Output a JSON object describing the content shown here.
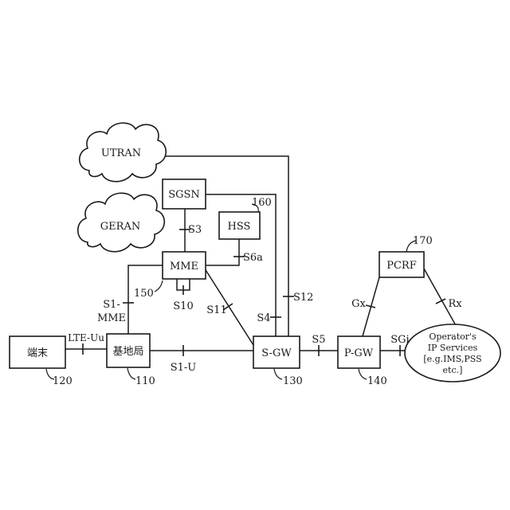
{
  "nodes": {
    "utran": "UTRAN",
    "geran": "GERAN",
    "sgsn": "SGSN",
    "hss": "HSS",
    "mme": "MME",
    "pcrf": "PCRF",
    "terminal": "端末",
    "enb": "基地局",
    "sgw": "S-GW",
    "pgw": "P-GW",
    "operator": {
      "line1": "Operator's",
      "line2": "IP Services",
      "line3": "[e.g.IMS,PSS",
      "line4": "etc.]"
    }
  },
  "interfaces": {
    "lte_uu": "LTE-Uu",
    "s1_mme_1": "S1-",
    "s1_mme_2": "MME",
    "s1_u": "S1-U",
    "s3": "S3",
    "s6a": "S6a",
    "s10": "S10",
    "s11": "S11",
    "s4": "S4",
    "s12": "S12",
    "s5": "S5",
    "sgi": "SGi",
    "gx": "Gx",
    "rx": "Rx"
  },
  "refs": {
    "terminal": "120",
    "enb": "110",
    "sgw": "130",
    "pgw": "140",
    "mme": "150",
    "hss": "160",
    "pcrf": "170"
  }
}
